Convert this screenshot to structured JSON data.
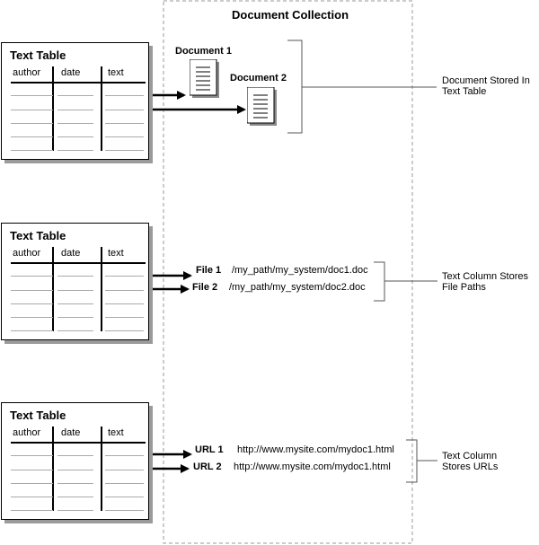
{
  "collection_title": "Document Collection",
  "table": {
    "title": "Text Table",
    "columns": [
      "author",
      "date",
      "text"
    ]
  },
  "documents": [
    "Document 1",
    "Document 2"
  ],
  "files": [
    {
      "label": "File 1",
      "path": "/my_path/my_system/doc1.doc"
    },
    {
      "label": "File 2",
      "path": "/my_path/my_system/doc2.doc"
    }
  ],
  "urls": [
    {
      "label": "URL 1",
      "url": "http://www.mysite.com/mydoc1.html"
    },
    {
      "label": "URL 2",
      "url": "http://www.mysite.com/mydoc1.html"
    }
  ],
  "callouts": {
    "documents": [
      "Document Stored In",
      "Text Table"
    ],
    "files": [
      "Text Column Stores",
      "File Paths"
    ],
    "urls": [
      "Text Column",
      "Stores URLs"
    ]
  }
}
